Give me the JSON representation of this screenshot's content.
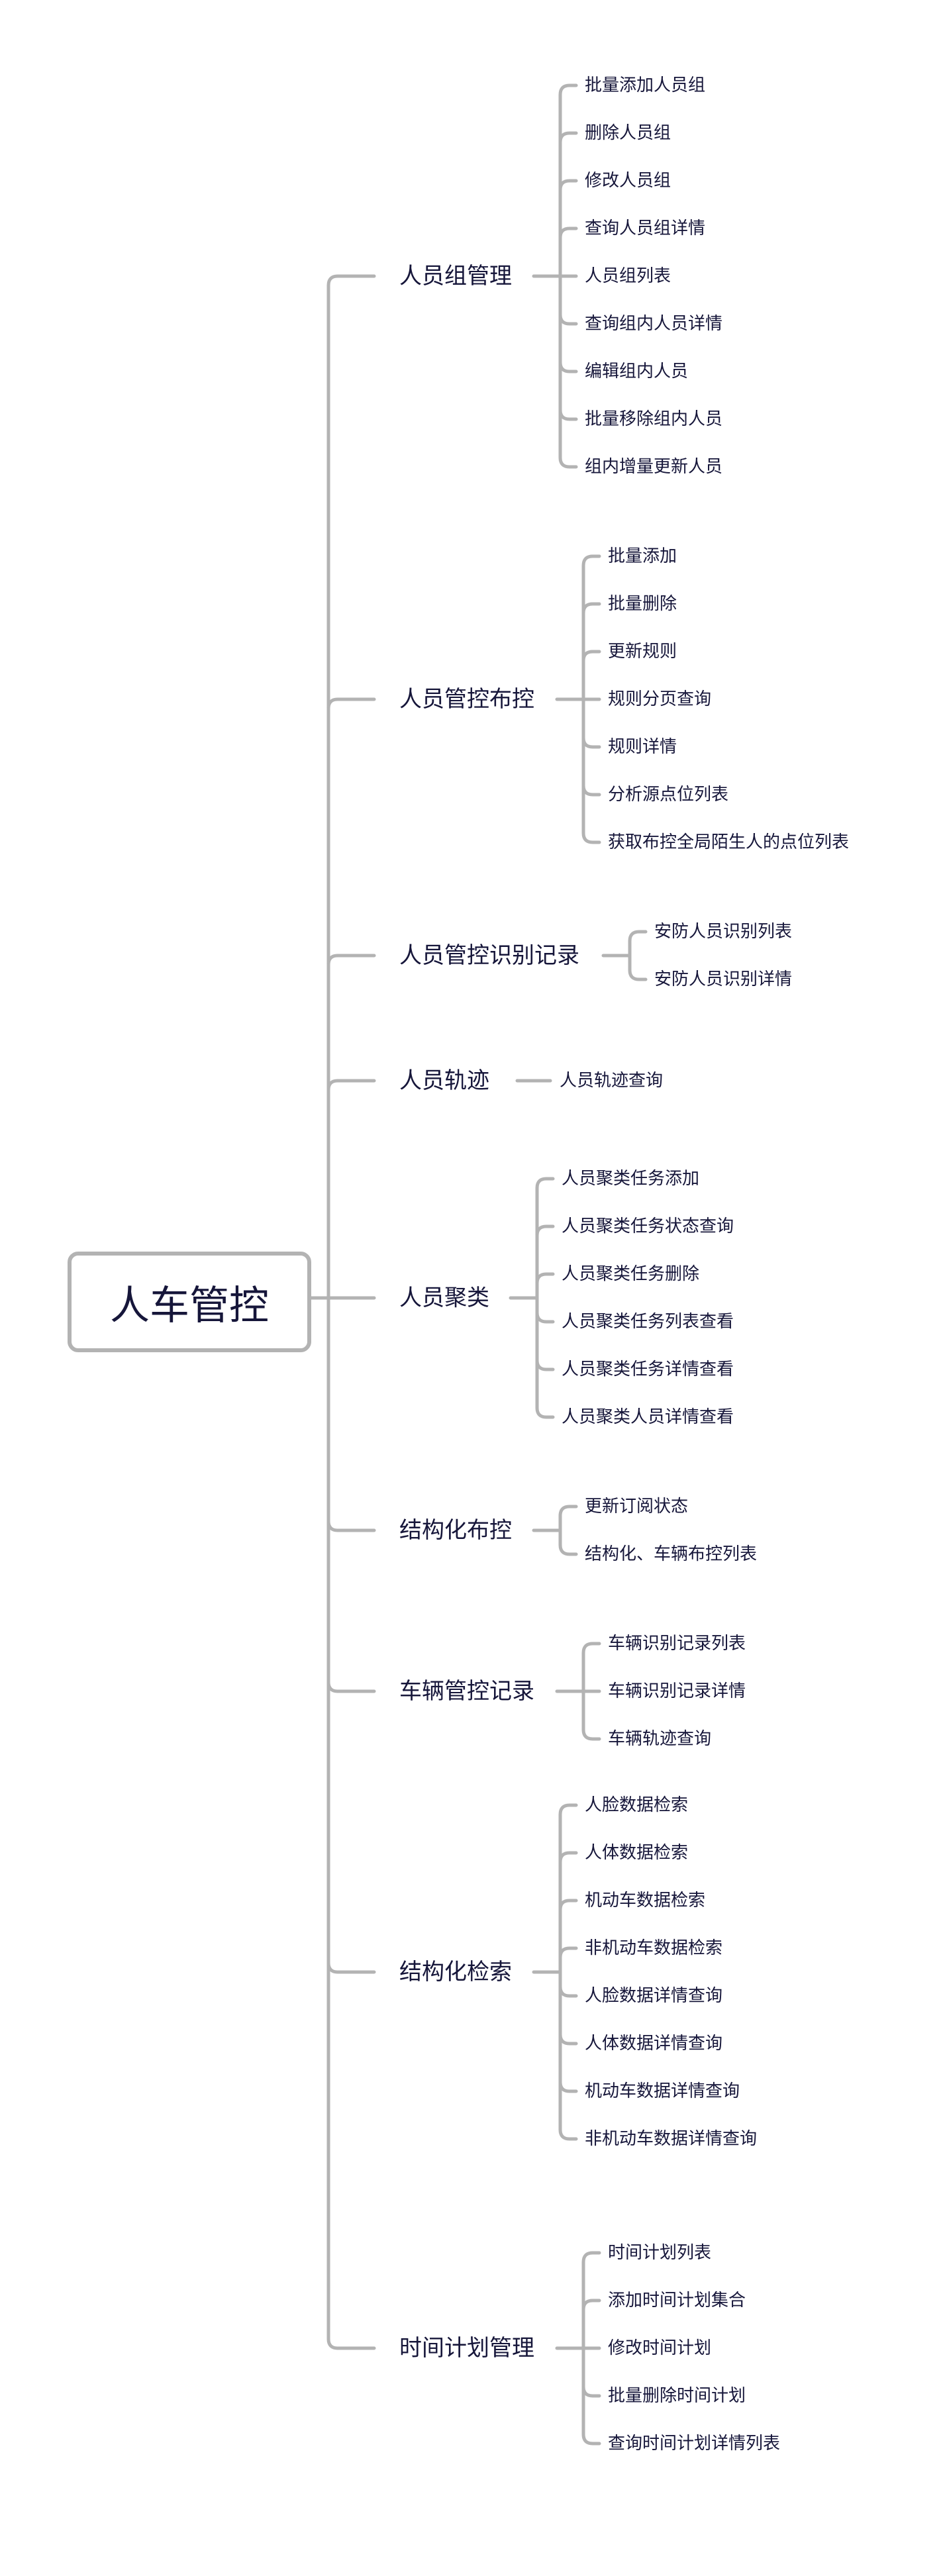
{
  "root": {
    "label": "人车管控"
  },
  "line_color": "#b3b3b3",
  "text_color": "#16163a",
  "branches": [
    {
      "label": "人员组管理",
      "children": [
        "批量添加人员组",
        "删除人员组",
        "修改人员组",
        "查询人员组详情",
        "人员组列表",
        "查询组内人员详情",
        "编辑组内人员",
        "批量移除组内人员",
        "组内增量更新人员"
      ]
    },
    {
      "label": "人员管控布控",
      "children": [
        "批量添加",
        "批量删除",
        "更新规则",
        "规则分页查询",
        "规则详情",
        "分析源点位列表",
        "获取布控全局陌生人的点位列表"
      ]
    },
    {
      "label": "人员管控识别记录",
      "children": [
        "安防人员识别列表",
        "安防人员识别详情"
      ]
    },
    {
      "label": "人员轨迹",
      "children": [
        "人员轨迹查询"
      ]
    },
    {
      "label": "人员聚类",
      "children": [
        "人员聚类任务添加",
        "人员聚类任务状态查询",
        "人员聚类任务删除",
        "人员聚类任务列表查看",
        "人员聚类任务详情查看",
        "人员聚类人员详情查看"
      ]
    },
    {
      "label": "结构化布控",
      "children": [
        "更新订阅状态",
        "结构化、车辆布控列表"
      ]
    },
    {
      "label": "车辆管控记录",
      "children": [
        "车辆识别记录列表",
        "车辆识别记录详情",
        "车辆轨迹查询"
      ]
    },
    {
      "label": "结构化检索",
      "children": [
        "人脸数据检索",
        "人体数据检索",
        "机动车数据检索",
        "非机动车数据检索",
        "人脸数据详情查询",
        "人体数据详情查询",
        "机动车数据详情查询",
        "非机动车数据详情查询"
      ]
    },
    {
      "label": "时间计划管理",
      "children": [
        "时间计划列表",
        "添加时间计划集合",
        "修改时间计划",
        "批量删除时间计划",
        "查询时间计划详情列表"
      ]
    }
  ]
}
